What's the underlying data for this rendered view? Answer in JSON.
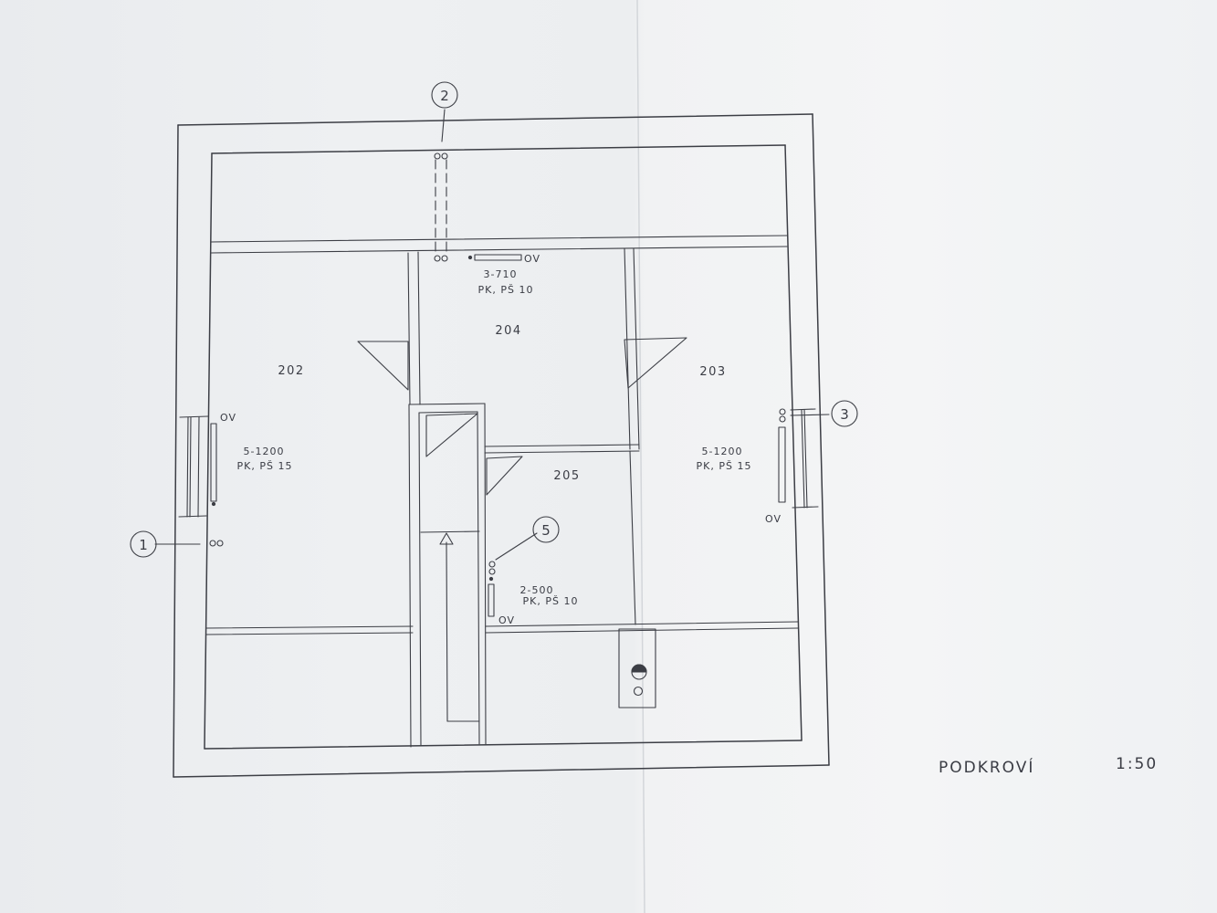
{
  "drawing": {
    "title": "PODKROVÍ",
    "scale": "1:50"
  },
  "rooms": [
    {
      "id": "202",
      "label": "202"
    },
    {
      "id": "203",
      "label": "203"
    },
    {
      "id": "204",
      "label": "204"
    },
    {
      "id": "205",
      "label": "205"
    }
  ],
  "radiators": [
    {
      "id": "r1",
      "spec": "5-1200",
      "type": "PK, PŠ 15",
      "valve": "OV"
    },
    {
      "id": "r2",
      "spec": "3-710",
      "type": "PK, PŠ 10",
      "valve": "OV"
    },
    {
      "id": "r3",
      "spec": "5-1200",
      "type": "PK, PŠ 15",
      "valve": "OV"
    },
    {
      "id": "r5",
      "spec": "2-500",
      "type": "PK, PŠ 10",
      "valve": "OV"
    }
  ],
  "markers": [
    "1",
    "2",
    "3",
    "5"
  ],
  "colors": {
    "paper": "#eef0f2",
    "ink": "#3c3e45"
  }
}
